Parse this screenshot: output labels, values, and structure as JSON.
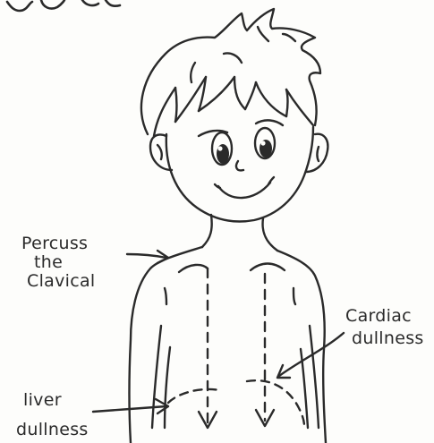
{
  "labels": {
    "percuss": [
      "Percuss",
      "the",
      "Clavical"
    ],
    "cardiac": [
      "Cardiac",
      "dullness"
    ],
    "liver": [
      "liver",
      "dullness"
    ]
  },
  "colors": {
    "ink": "#2a2a2a",
    "paper": "#fdfdfb"
  }
}
